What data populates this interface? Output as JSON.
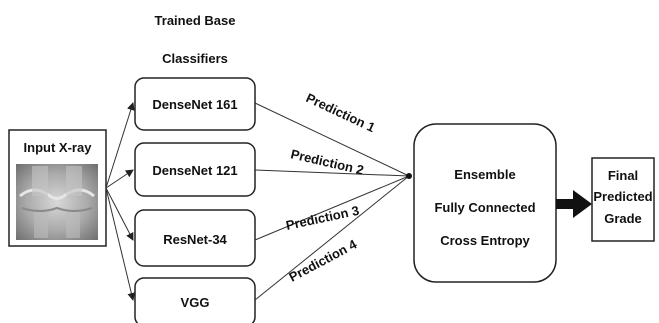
{
  "header": {
    "line1": "Trained Base",
    "line2": "Classifiers"
  },
  "input": {
    "label": "Input X-ray"
  },
  "classifiers": [
    {
      "label": "DenseNet 161"
    },
    {
      "label": "DenseNet 121"
    },
    {
      "label": "ResNet-34"
    },
    {
      "label": "VGG"
    }
  ],
  "predictions": [
    {
      "label": "Prediction 1"
    },
    {
      "label": "Prediction 2"
    },
    {
      "label": "Prediction 3"
    },
    {
      "label": "Prediction 4"
    }
  ],
  "ensemble": {
    "line1": "Ensemble",
    "line2": "Fully Connected",
    "line3": "Cross Entropy"
  },
  "output": {
    "line1": "Final",
    "line2": "Predicted",
    "line3": "Grade"
  }
}
